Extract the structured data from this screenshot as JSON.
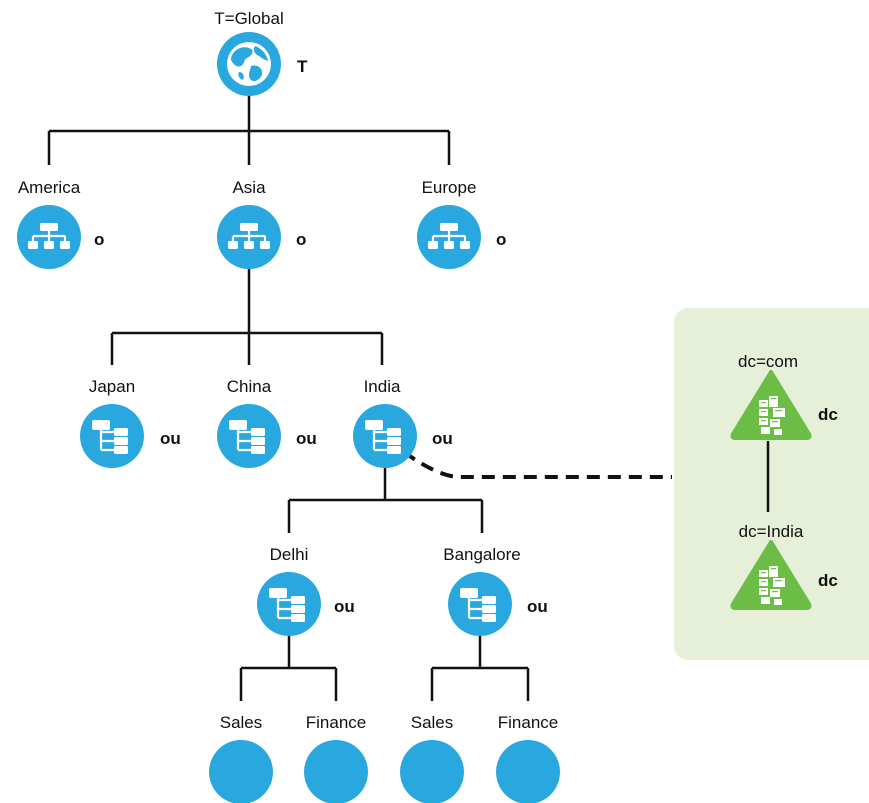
{
  "tree": {
    "root": {
      "label": "T=Global",
      "type": "T",
      "icon": "globe-icon"
    },
    "orgs": [
      {
        "label": "America",
        "type": "o",
        "icon": "org-chart-icon"
      },
      {
        "label": "Asia",
        "type": "o",
        "icon": "org-chart-icon"
      },
      {
        "label": "Europe",
        "type": "o",
        "icon": "org-chart-icon"
      }
    ],
    "asia_ous": [
      {
        "label": "Japan",
        "type": "ou",
        "icon": "org-unit-icon"
      },
      {
        "label": "China",
        "type": "ou",
        "icon": "org-unit-icon"
      },
      {
        "label": "India",
        "type": "ou",
        "icon": "org-unit-icon"
      }
    ],
    "india_ous": [
      {
        "label": "Delhi",
        "type": "ou",
        "icon": "org-unit-icon"
      },
      {
        "label": "Bangalore",
        "type": "ou",
        "icon": "org-unit-icon"
      }
    ],
    "leaves": [
      {
        "label": "Sales"
      },
      {
        "label": "Finance"
      },
      {
        "label": "Sales"
      },
      {
        "label": "Finance"
      }
    ]
  },
  "domain_panel": {
    "nodes": [
      {
        "label": "dc=com",
        "type": "dc",
        "icon": "domain-component-icon"
      },
      {
        "label": "dc=India",
        "type": "dc",
        "icon": "domain-component-icon"
      }
    ]
  },
  "colors": {
    "node_blue": "#29a8e0",
    "dc_green": "#6cbd45",
    "panel_bg": "#e6f0d9",
    "line": "#111111"
  }
}
